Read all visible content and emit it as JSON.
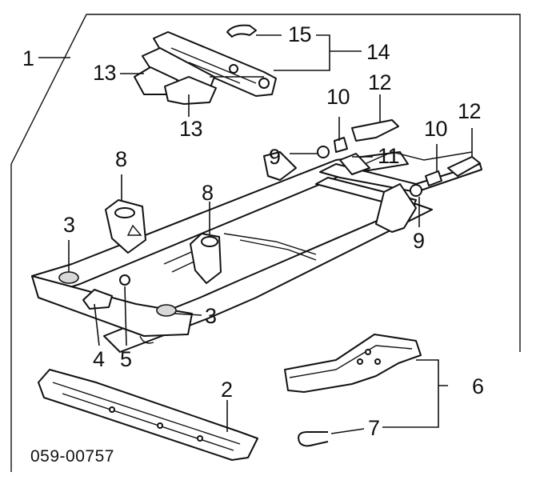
{
  "diagram_code": "059-00757",
  "callouts": {
    "c1": "1",
    "c2": "2",
    "c3a": "3",
    "c3b": "3",
    "c4": "4",
    "c5": "5",
    "c6": "6",
    "c7": "7",
    "c8a": "8",
    "c8b": "8",
    "c9a": "9",
    "c9b": "9",
    "c10a": "10",
    "c10b": "10",
    "c11": "11",
    "c12a": "12",
    "c12b": "12",
    "c13a": "13",
    "c13b": "13",
    "c14": "14",
    "c15": "15"
  }
}
